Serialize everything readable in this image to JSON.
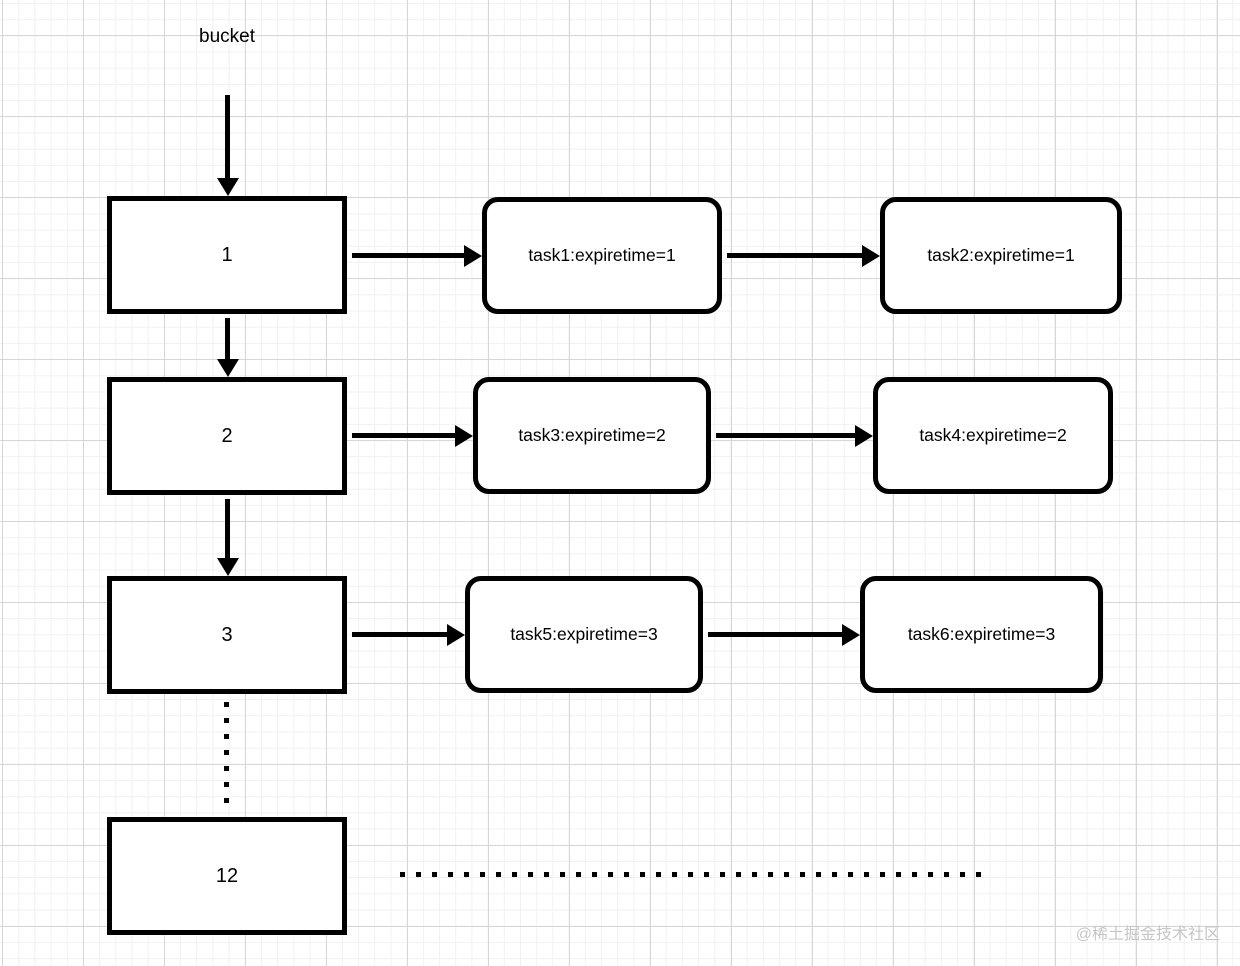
{
  "diagram": {
    "title": "bucket",
    "rows": [
      {
        "bucket": "1",
        "tasks": [
          "task1:expiretime=1",
          "task2:expiretime=1"
        ]
      },
      {
        "bucket": "2",
        "tasks": [
          "task3:expiretime=2",
          "task4:expiretime=2"
        ]
      },
      {
        "bucket": "3",
        "tasks": [
          "task5:expiretime=3",
          "task6:expiretime=3"
        ]
      },
      {
        "bucket": "12",
        "tasks": []
      }
    ],
    "ellipsis_vertical": "between bucket 3 and bucket 12",
    "ellipsis_horizontal": "right of bucket 12",
    "watermark": "@稀土掘金技术社区",
    "colors": {
      "node_border": "#000000",
      "node_fill": "#ffffff",
      "grid_major": "#d6d6d6",
      "grid_minor": "#f1f1f1",
      "watermark": "#c6c6c6"
    }
  }
}
